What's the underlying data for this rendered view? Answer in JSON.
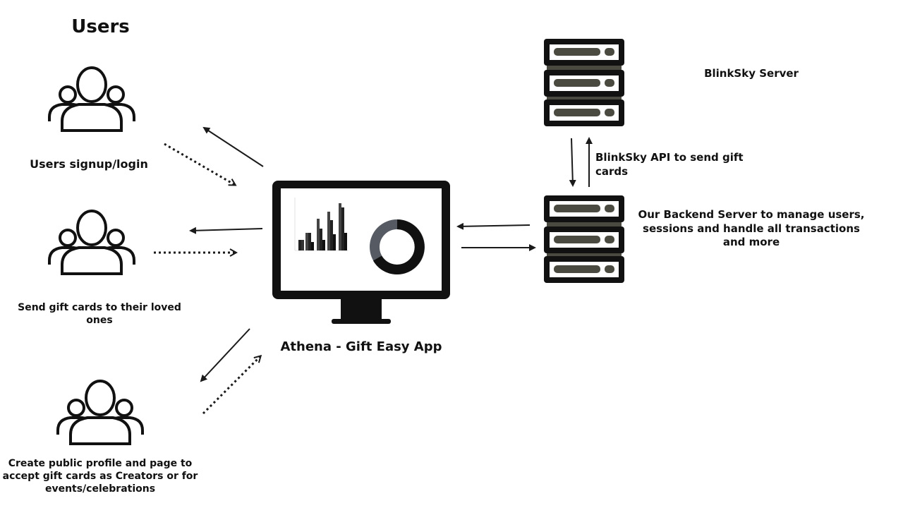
{
  "title": "Users",
  "user_groups": [
    {
      "label": "Users signup/login",
      "icon": "users-group-icon"
    },
    {
      "label": "Send gift cards to their loved ones",
      "icon": "users-group-icon"
    },
    {
      "label": "Create public profile and page to accept gift cards as Creators or for events/celebrations",
      "icon": "users-group-icon"
    }
  ],
  "app": {
    "label": "Athena - Gift Easy App",
    "icon": "monitor-icon"
  },
  "blinksky_server": {
    "label": "BlinkSky Server",
    "icon": "server-rack-icon"
  },
  "api_link": {
    "label": "BlinkSky API to send gift cards"
  },
  "backend_server": {
    "label": "Our Backend Server to manage users, sessions and handle all transactions and more",
    "icon": "server-rack-icon"
  },
  "colors": {
    "stroke": "#1a1a1a",
    "server_bar": "#4a4a40",
    "donut_light": "#555a63"
  }
}
